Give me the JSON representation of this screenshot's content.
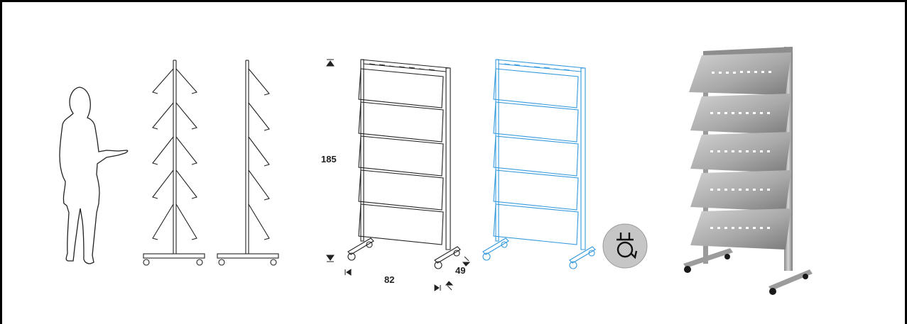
{
  "dimensions": {
    "height_label": "185",
    "width_label": "82",
    "depth_label": "49"
  },
  "colors": {
    "line": "#222222",
    "blue_line": "#3399dd",
    "metal_light": "#b9b9b9",
    "metal_dark": "#6e6e6e",
    "caster_badge": "#c6c6c6"
  },
  "icons": {
    "caster_badge": "caster-rotation-icon"
  }
}
